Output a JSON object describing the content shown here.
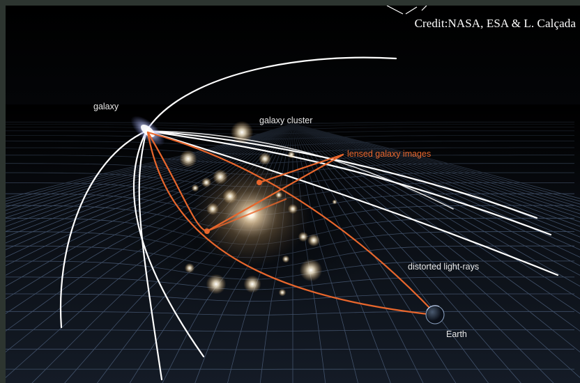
{
  "credit": "Credit:NASA, ESA & L. Calçada",
  "labels": {
    "galaxy": "galaxy",
    "galaxy_cluster": "galaxy cluster",
    "lensed_images": "lensed galaxy images",
    "distorted_rays": "distorted light-rays",
    "earth": "Earth"
  },
  "colors": {
    "background": "#000000",
    "frame": "#2d3530",
    "grid": "#4a5c78",
    "light_ray": "#ffffff",
    "lensed_ray": "#e8662c",
    "label_text": "#e8e8e8",
    "credit_text": "#ffffff"
  }
}
